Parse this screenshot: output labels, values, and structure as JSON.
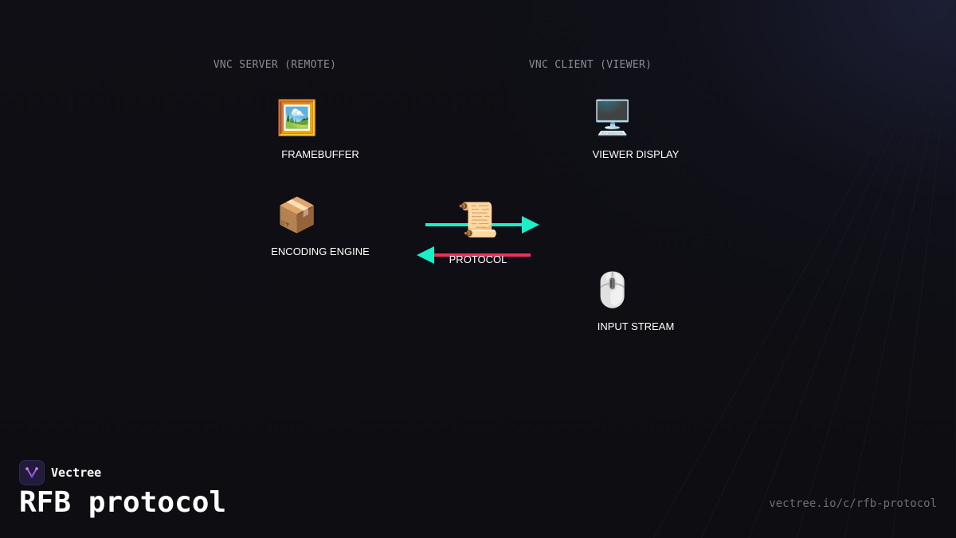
{
  "columns": {
    "server": "VNC SERVER (REMOTE)",
    "client": "VNC CLIENT (VIEWER)"
  },
  "nodes": {
    "framebuffer": {
      "icon": "🖼️",
      "icon_name": "framed-picture-icon",
      "label": "FRAMEBUFFER"
    },
    "encoding_engine": {
      "icon": "📦",
      "icon_name": "package-icon",
      "label": "ENCODING ENGINE"
    },
    "protocol": {
      "icon": "📜",
      "icon_name": "scroll-icon",
      "label": "PROTOCOL"
    },
    "viewer_display": {
      "icon": "🖥️",
      "icon_name": "desktop-computer-icon",
      "label": "VIEWER DISPLAY"
    },
    "input_stream": {
      "icon": "🖱️",
      "icon_name": "computer-mouse-icon",
      "label": "INPUT STREAM"
    }
  },
  "colors": {
    "forward_arrow": "#19f0c8",
    "return_arrow": "#f0305a",
    "return_arrowhead": "#19f0c8",
    "background": "#0e0e13"
  },
  "footer": {
    "brand_name": "Vectree",
    "title": "RFB protocol",
    "url": "vectree.io/c/rfb-protocol"
  }
}
